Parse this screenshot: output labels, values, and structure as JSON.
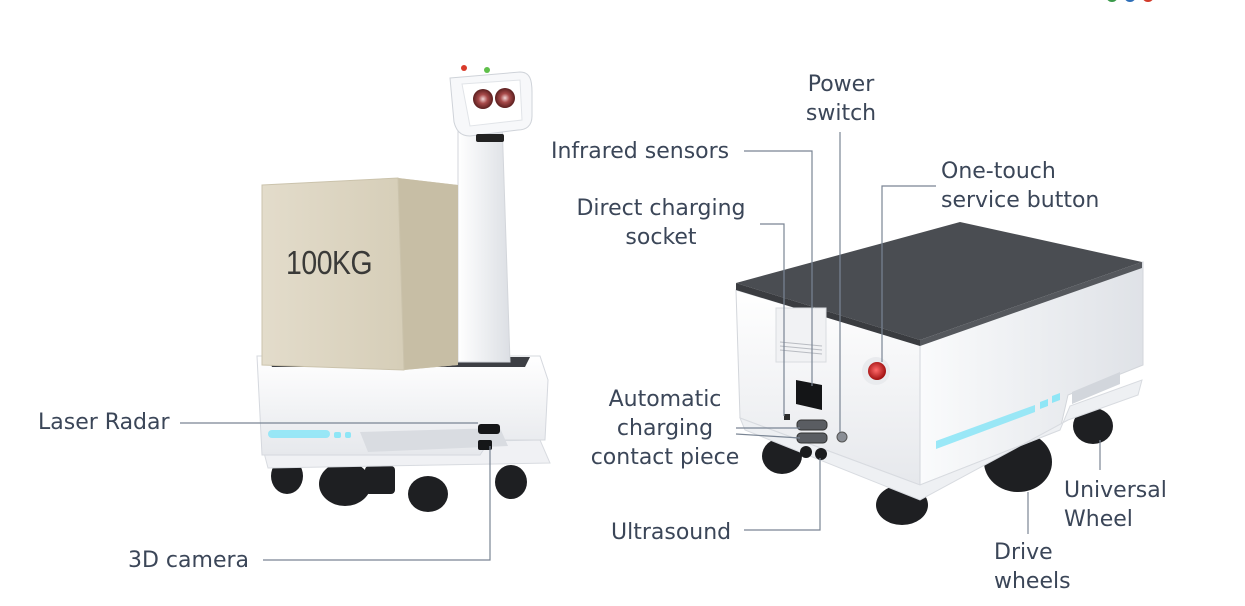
{
  "cargo_weight": "100KG",
  "left_robot": {
    "labels": {
      "laser_radar": "Laser Radar",
      "camera_3d": "3D camera"
    }
  },
  "right_robot": {
    "labels": {
      "power_switch": [
        "Power",
        "switch"
      ],
      "infrared_sensors": "Infrared sensors",
      "direct_charging_socket": [
        "Direct charging",
        "socket"
      ],
      "one_touch_service_button": [
        "One-touch",
        "service button"
      ],
      "automatic_charging_contact": [
        "Automatic",
        "charging",
        "contact piece"
      ],
      "ultrasound": "Ultrasound",
      "universal_wheel": [
        "Universal",
        "Wheel"
      ],
      "drive_wheels": [
        "Drive",
        "wheels"
      ]
    }
  },
  "colors": {
    "leader_line": "#7a8594",
    "robot_body": "#f4f5f7",
    "top_plate": "#4a4d52",
    "accent_light": "#7fe4f5",
    "box": "#d9d2bf"
  }
}
